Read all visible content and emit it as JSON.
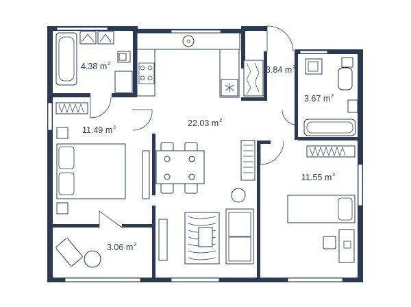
{
  "plan": {
    "rooms": [
      {
        "id": "bathroom-1",
        "area": "4.38",
        "unit": "m",
        "exp": "2"
      },
      {
        "id": "wardrobe",
        "area": "3.84",
        "unit": "m",
        "exp": "2"
      },
      {
        "id": "bathroom-2",
        "area": "3.67",
        "unit": "m",
        "exp": "2"
      },
      {
        "id": "bedroom-1",
        "area": "11.49",
        "unit": "m",
        "exp": "2"
      },
      {
        "id": "living-kitchen",
        "area": "22.03",
        "unit": "m",
        "exp": "2"
      },
      {
        "id": "bedroom-2",
        "area": "11.55",
        "unit": "m",
        "exp": "2"
      },
      {
        "id": "balcony",
        "area": "3.06",
        "unit": "m",
        "exp": "2"
      }
    ],
    "colors": {
      "wall": "#2b3a52",
      "background": "#ffffff"
    }
  }
}
